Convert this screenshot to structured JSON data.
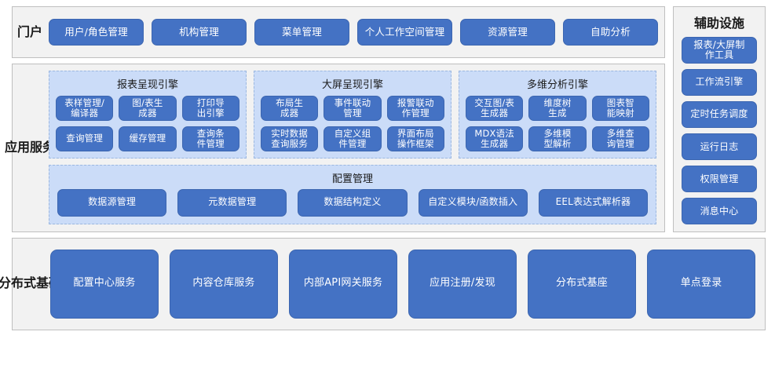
{
  "portal": {
    "label": "门户",
    "items": [
      {
        "label": "用户/角色管理"
      },
      {
        "label": "机构管理"
      },
      {
        "label": "菜单管理"
      },
      {
        "label": "个人工作空间管理"
      },
      {
        "label": "资源管理"
      },
      {
        "label": "自助分析"
      }
    ]
  },
  "app_service": {
    "label": "应用服务",
    "engines": [
      {
        "title": "报表呈现引擎",
        "items": [
          {
            "label": "表样管理/\n编译器"
          },
          {
            "label": "图/表生\n成器"
          },
          {
            "label": "打印导\n出引擎"
          },
          {
            "label": "查询管理"
          },
          {
            "label": "缓存管理"
          },
          {
            "label": "查询条\n件管理"
          }
        ]
      },
      {
        "title": "大屏呈现引擎",
        "items": [
          {
            "label": "布局生\n成器"
          },
          {
            "label": "事件联动\n管理"
          },
          {
            "label": "报警联动\n作管理"
          },
          {
            "label": "实时数据\n查询服务"
          },
          {
            "label": "自定义组\n件管理"
          },
          {
            "label": "界面布局\n操作框架"
          }
        ]
      },
      {
        "title": "多维分析引擎",
        "items": [
          {
            "label": "交互图/表\n生成器"
          },
          {
            "label": "维度树\n生成"
          },
          {
            "label": "图表智\n能映射"
          },
          {
            "label": "MDX语法\n生成器"
          },
          {
            "label": "多维模\n型解析"
          },
          {
            "label": "多维查\n询管理"
          }
        ]
      }
    ],
    "config": {
      "title": "配置管理",
      "items": [
        {
          "label": "数据源管理"
        },
        {
          "label": "元数据管理"
        },
        {
          "label": "数据结构定义"
        },
        {
          "label": "自定义模块/函数插入"
        },
        {
          "label": "EEL表达式解析器"
        }
      ]
    }
  },
  "aux": {
    "title": "辅助设施",
    "items": [
      {
        "label": "报表/大屏制\n作工具"
      },
      {
        "label": "工作流引擎"
      },
      {
        "label": "定时任务调度"
      },
      {
        "label": "运行日志"
      },
      {
        "label": "权限管理"
      },
      {
        "label": "消息中心"
      }
    ]
  },
  "distributed": {
    "label": "分布式基础",
    "items": [
      {
        "label": "配置中心服务"
      },
      {
        "label": "内容仓库服务"
      },
      {
        "label": "内部API网关服务"
      },
      {
        "label": "应用注册/发现"
      },
      {
        "label": "分布式基座"
      },
      {
        "label": "单点登录"
      }
    ]
  },
  "colors": {
    "button_blue": "#4472C4",
    "panel_light_blue": "#CBDCF8",
    "section_gray": "#F2F2F2",
    "border_gray": "#BFBFBF",
    "dashed_border": "#9BB7E0"
  }
}
